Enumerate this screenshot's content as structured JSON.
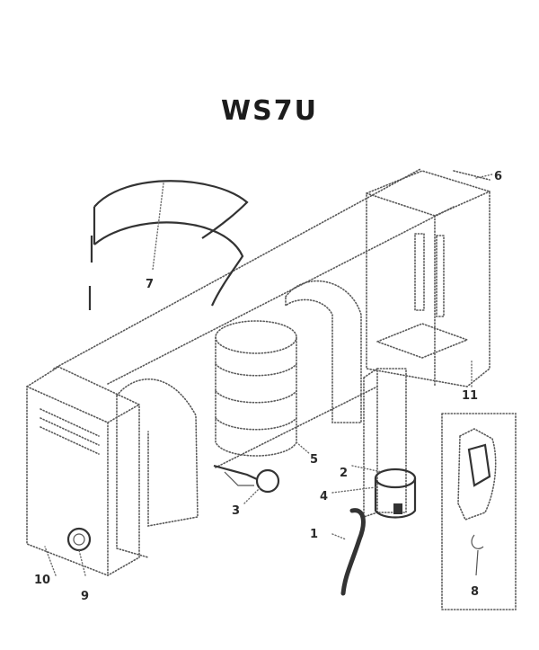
{
  "title": "WS7U",
  "callouts": [
    "1",
    "2",
    "3",
    "4",
    "5",
    "6",
    "7",
    "8",
    "9",
    "10",
    "11"
  ]
}
